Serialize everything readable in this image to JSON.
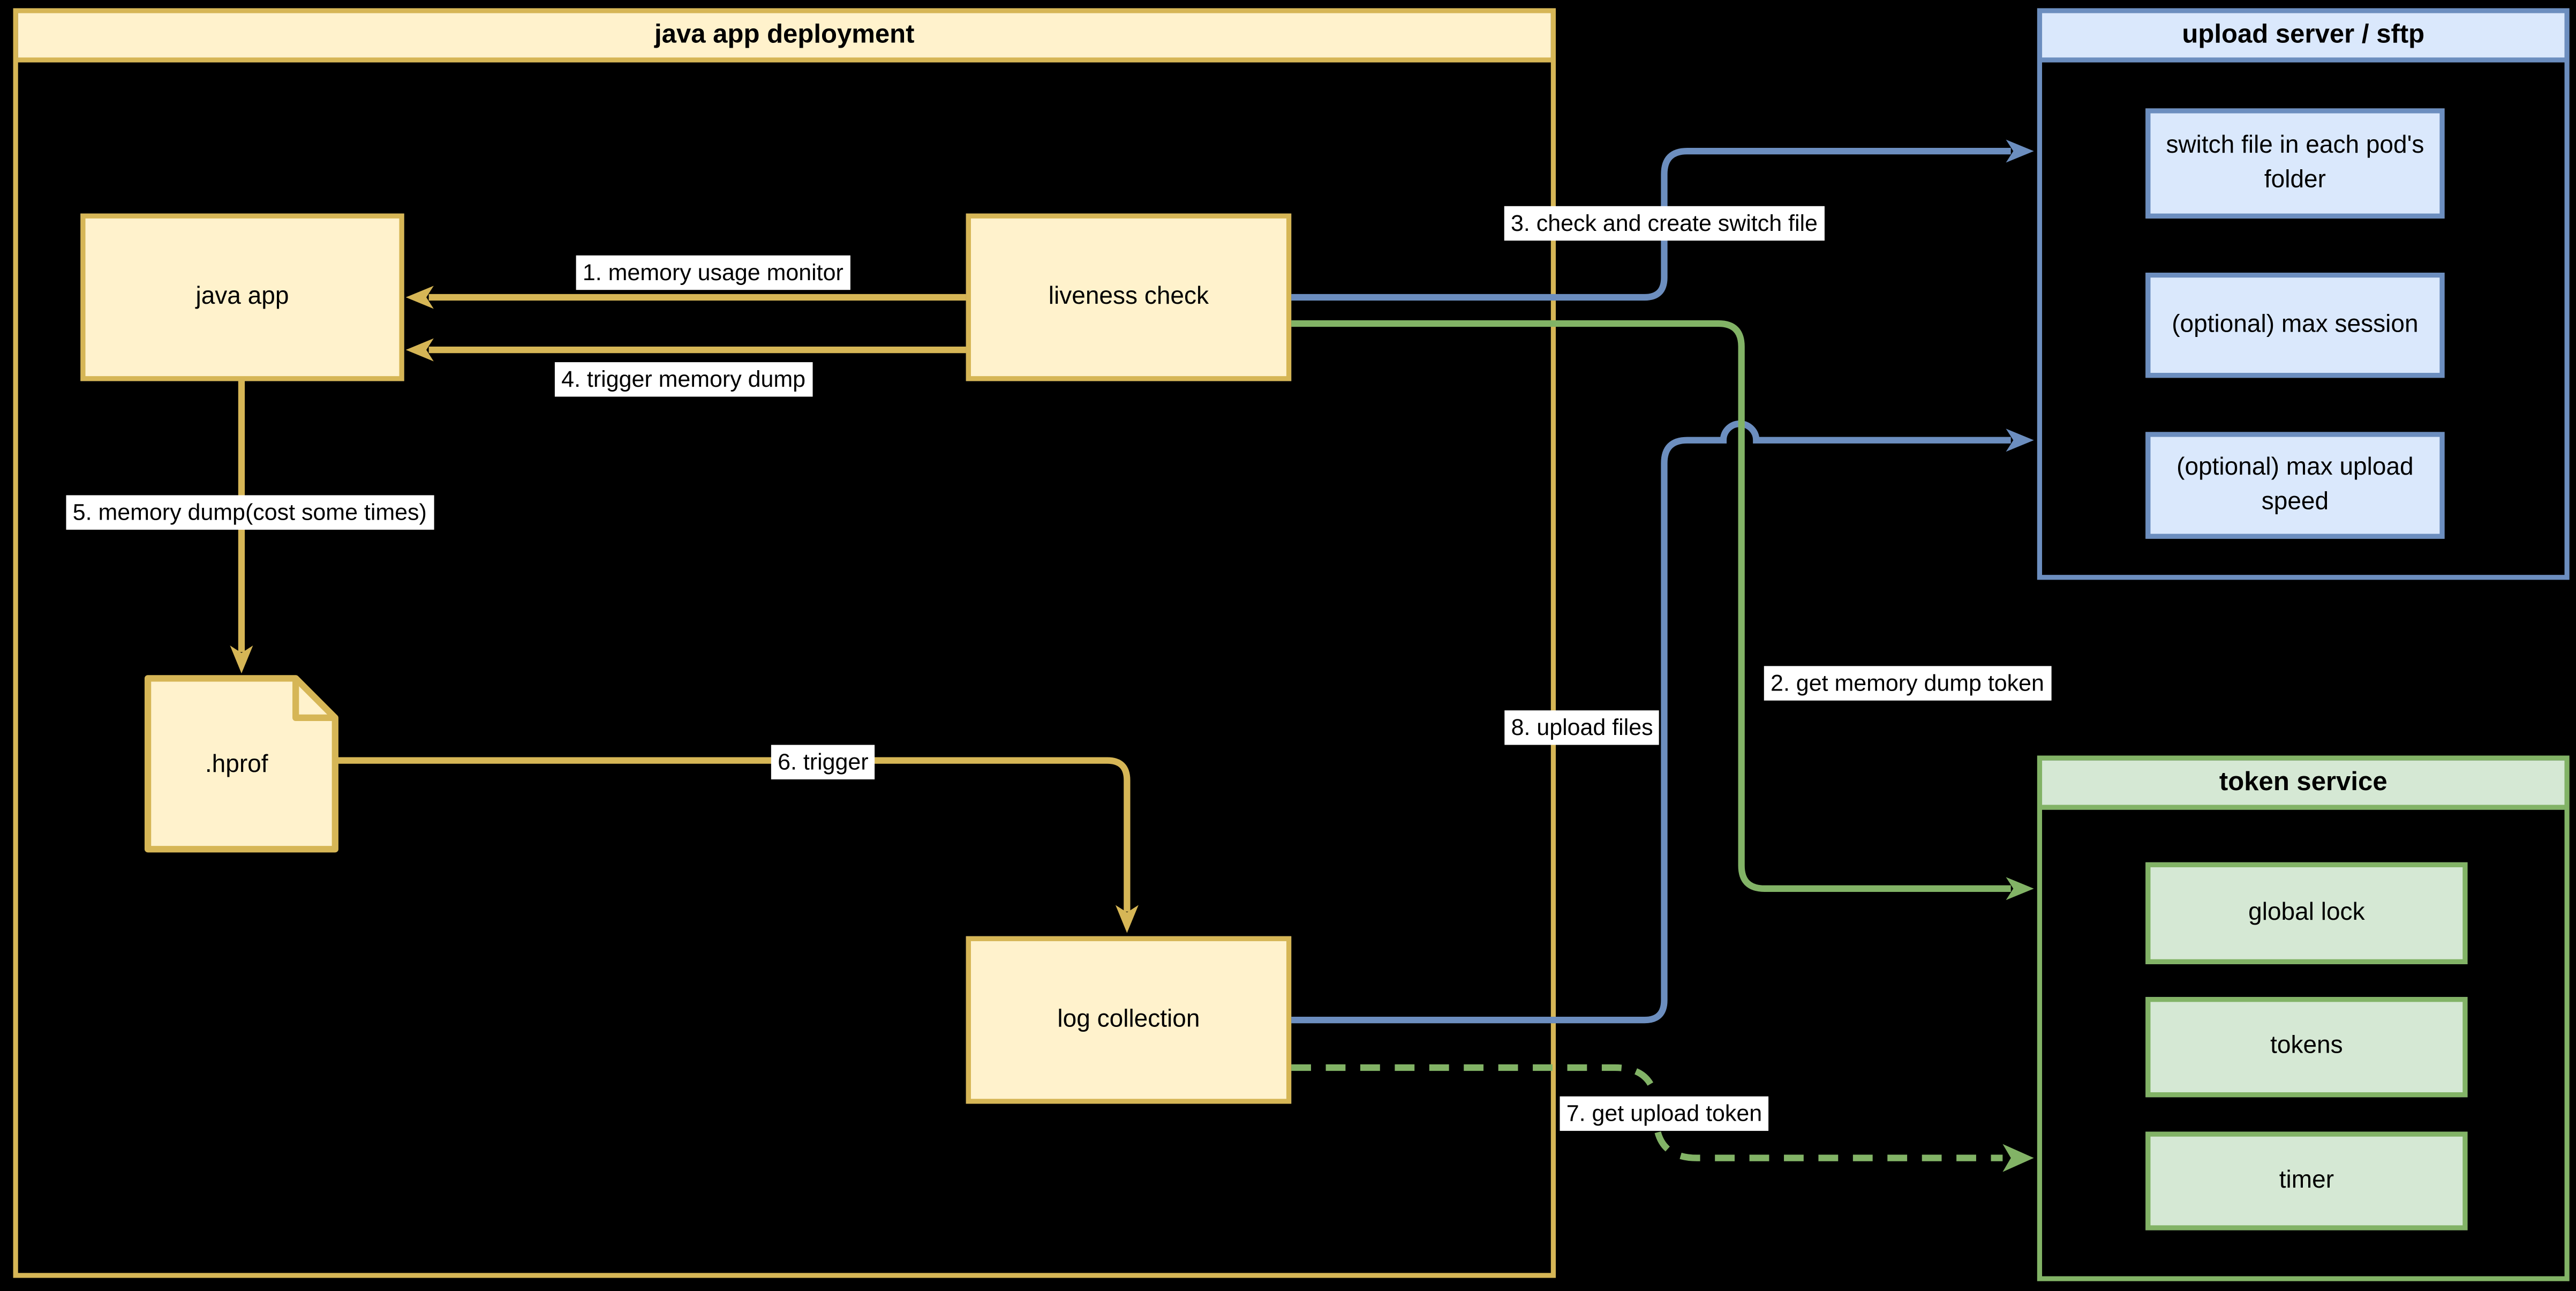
{
  "diagram": {
    "kind": "architecture-flow-diagram",
    "background": "#000000",
    "colors": {
      "yellow_fill": "#FFF2CC",
      "yellow_stroke": "#D6B656",
      "blue_fill": "#DAE8FC",
      "blue_stroke": "#6C8EBF",
      "green_fill": "#D5E8D4",
      "green_stroke": "#82B366",
      "edge_label_bg": "#FFFFFF",
      "text": "#000000"
    },
    "containers": {
      "deployment": {
        "title": "java app deployment"
      },
      "upload_server": {
        "title": "upload server / sftp",
        "items": [
          "switch file in each pod's folder",
          "(optional) max session",
          "(optional) max upload speed"
        ]
      },
      "token_service": {
        "title": "token service",
        "items": [
          "global lock",
          "tokens",
          "timer"
        ]
      }
    },
    "nodes": {
      "java_app": "java app",
      "liveness_check": "liveness check",
      "hprof": ".hprof",
      "log_collection": "log collection"
    },
    "edge_labels": {
      "l1": "1. memory usage monitor",
      "l2": "2. get memory dump token",
      "l3": "3. check and create switch file",
      "l4": "4. trigger memory dump",
      "l5": "5. memory dump(cost some times)",
      "l6": "6. trigger",
      "l7": "7. get upload token",
      "l8": "8. upload files"
    }
  }
}
